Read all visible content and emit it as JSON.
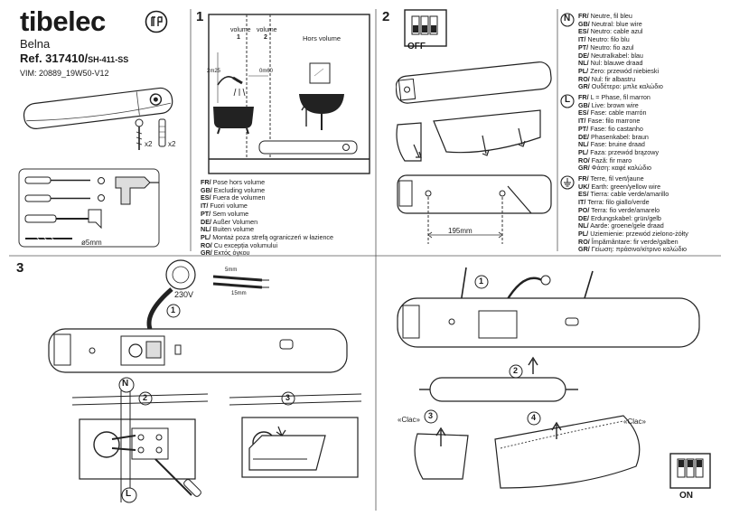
{
  "header": {
    "brand": "tibelec",
    "model": "Belna",
    "ref_main": "Ref. 317410/",
    "ref_code": "SH-411-SS",
    "vim": "VIM: 20889_19W50-V12"
  },
  "parts": {
    "screw_count": "x2",
    "plug_count": "x2",
    "drill_size": "ø5mm"
  },
  "steps": {
    "s1": "1",
    "s2": "2",
    "s3": "3"
  },
  "volumes": {
    "v1_title": "volume",
    "v1_num": "1",
    "v2_title": "volume",
    "v2_num": "2",
    "hors": "Hors volume",
    "h_dim": "2m25",
    "w_dim": "0m60",
    "lines": [
      {
        "lang": "FR/",
        "text": "Pose hors volume"
      },
      {
        "lang": "GB/",
        "text": "Excluding volume"
      },
      {
        "lang": "ES/",
        "text": "Fuera de volumen"
      },
      {
        "lang": "IT/",
        "text": "Fuori volume"
      },
      {
        "lang": "PT/",
        "text": "Sem volume"
      },
      {
        "lang": "DE/",
        "text": "Außer Volumen"
      },
      {
        "lang": "NL/",
        "text": "Buiten volume"
      },
      {
        "lang": "PL/",
        "text": "Montaż poza strefą ograniczeń w łazience"
      },
      {
        "lang": "RO/",
        "text": "Cu excepția volumului"
      },
      {
        "lang": "GR/",
        "text": "Εκτός όγκου"
      }
    ]
  },
  "step2": {
    "off": "OFF",
    "distance": "195mm"
  },
  "wires": {
    "neutral_letter": "N",
    "neutral": [
      {
        "lang": "FR/",
        "text": "Neutre, fil bleu"
      },
      {
        "lang": "GB/",
        "text": "Neutral: blue wire"
      },
      {
        "lang": "ES/",
        "text": "Neutro: cable azul"
      },
      {
        "lang": "IT/",
        "text": "Neutro: filo blu"
      },
      {
        "lang": "PT/",
        "text": "Neutro: fio azul"
      },
      {
        "lang": "DE/",
        "text": "Neutralkabel: blau"
      },
      {
        "lang": "NL/",
        "text": "Nul: blauwe draad"
      },
      {
        "lang": "PL/",
        "text": "Zero: przewód niebieski"
      },
      {
        "lang": "RO/",
        "text": "Nul: fir albastru"
      },
      {
        "lang": "GR/",
        "text": "Ουδέτερο: μπλε καλώδιο"
      }
    ],
    "live_letter": "L",
    "live": [
      {
        "lang": "FR/",
        "text": "L = Phase, fil marron"
      },
      {
        "lang": "GB/",
        "text": "Live: brown wire"
      },
      {
        "lang": "ES/",
        "text": "Fase: cable marrón"
      },
      {
        "lang": "IT/",
        "text": "Fase: filo marrone"
      },
      {
        "lang": "PT/",
        "text": "Fase: fio castanho"
      },
      {
        "lang": "DE/",
        "text": "Phasenkabel: braun"
      },
      {
        "lang": "NL/",
        "text": "Fase: bruine draad"
      },
      {
        "lang": "PL/",
        "text": "Faza: przewód brązowy"
      },
      {
        "lang": "RO/",
        "text": "Fază: fir maro"
      },
      {
        "lang": "GR/",
        "text": "Φάση: καφέ καλώδιο"
      }
    ],
    "earth": [
      {
        "lang": "FR/",
        "text": "Terre, fil vert/jaune"
      },
      {
        "lang": "UK/",
        "text": "Earth: green/yellow wire"
      },
      {
        "lang": "ES/",
        "text": "Tierra: cable verde/amarillo"
      },
      {
        "lang": "IT/",
        "text": "Terra: filo giallo/verde"
      },
      {
        "lang": "PO/",
        "text": "Terra: fio verde/amarelo"
      },
      {
        "lang": "DE/",
        "text": "Erdungskabel: grün/gelb"
      },
      {
        "lang": "NL/",
        "text": "Aarde: groene/gele draad"
      },
      {
        "lang": "PL/",
        "text": "Uziemienie: przewód zielono-żółty"
      },
      {
        "lang": "RO/",
        "text": "Împământare: fir verde/galben"
      },
      {
        "lang": "GR/",
        "text": "Γείωση: πράσινο/κίτρινο καλώδιο"
      }
    ]
  },
  "step3": {
    "voltage": "230V",
    "strip_5": "5mm",
    "strip_15": "15mm",
    "c1": "1",
    "c2": "2",
    "c3": "3",
    "n": "N",
    "l": "L"
  },
  "step4": {
    "c1": "1",
    "c2": "2",
    "c3": "3",
    "c4": "4",
    "clac_left": "«Clac»",
    "clac_right": "«Clac»",
    "on": "ON"
  }
}
